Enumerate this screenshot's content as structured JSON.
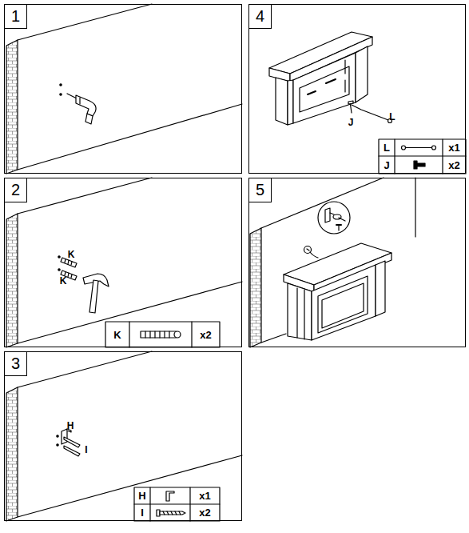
{
  "diagram": {
    "nodes": [
      {
        "text": [
          "1"
        ]
      },
      {
        "text": [
          "2"
        ]
      },
      {
        "text": [
          "3"
        ]
      },
      {
        "text": [
          "4"
        ]
      },
      {
        "text": [
          "5"
        ]
      }
    ],
    "labels": [
      "K",
      "K",
      "K",
      "x2",
      "H",
      "I",
      "H",
      "x1",
      "I",
      "x2",
      "J",
      "L",
      "L",
      "x1",
      "J",
      "x2"
    ]
  }
}
